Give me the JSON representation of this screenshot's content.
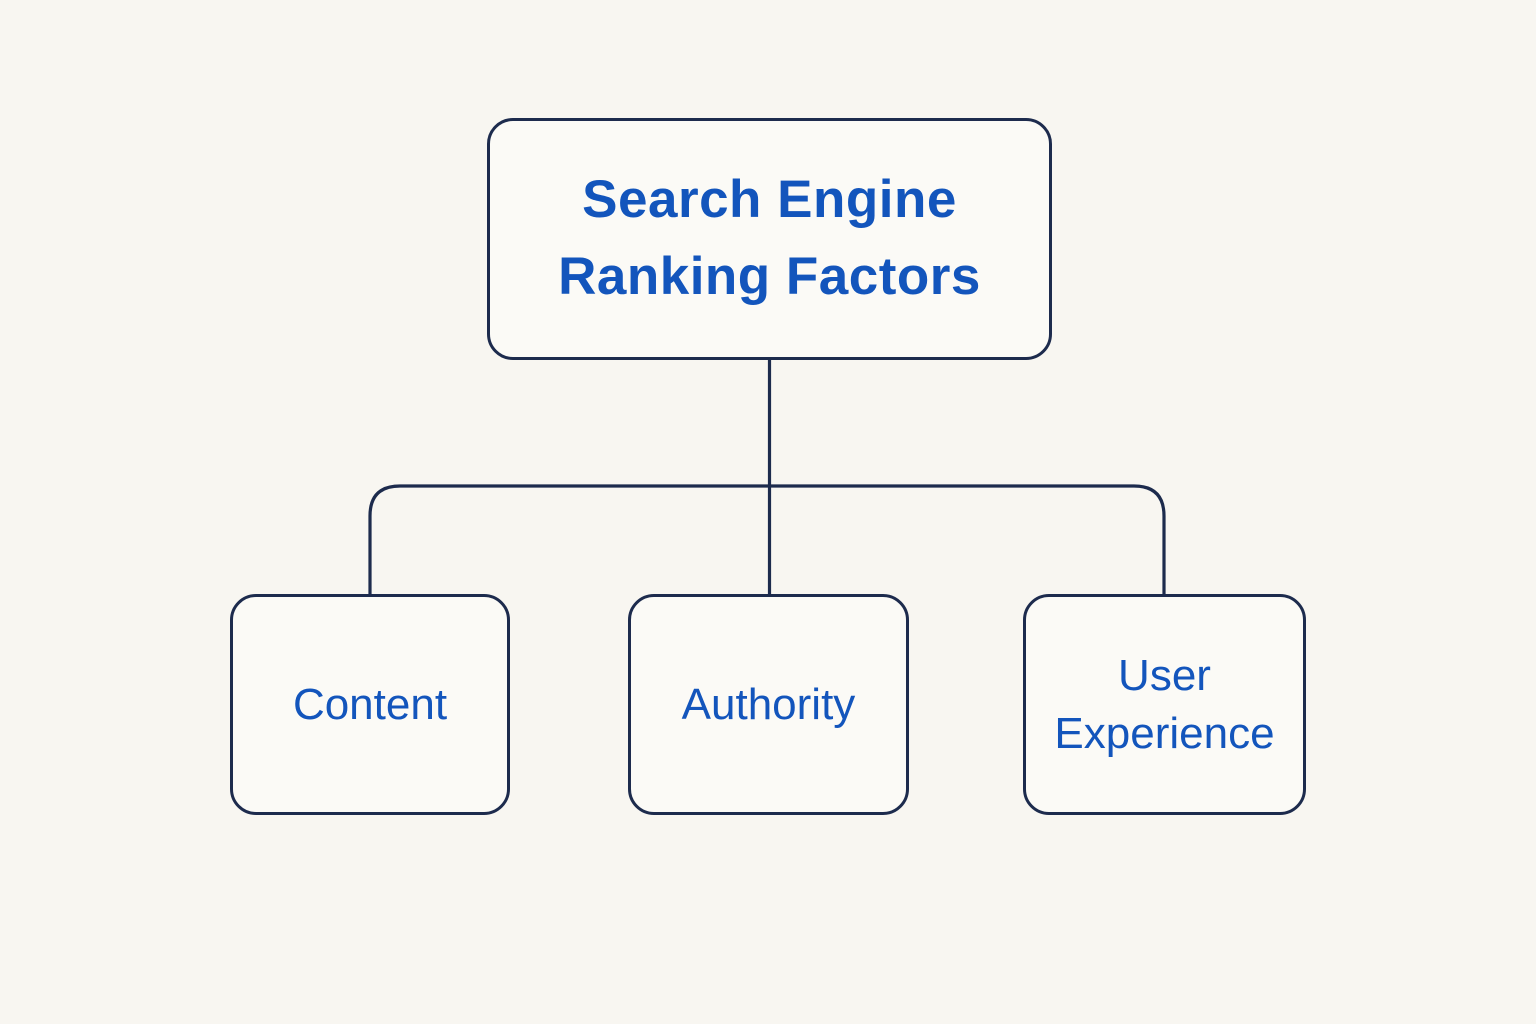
{
  "diagram": {
    "type": "flowchart-tree",
    "root": {
      "label": "Search Engine Ranking Factors"
    },
    "children": [
      {
        "label": "Content"
      },
      {
        "label": "Authority"
      },
      {
        "label": "User Experience"
      }
    ],
    "colors": {
      "background": "#f8f6f1",
      "box_fill": "#fbfaf6",
      "border": "#1d2b4d",
      "text": "#1355bc"
    }
  }
}
